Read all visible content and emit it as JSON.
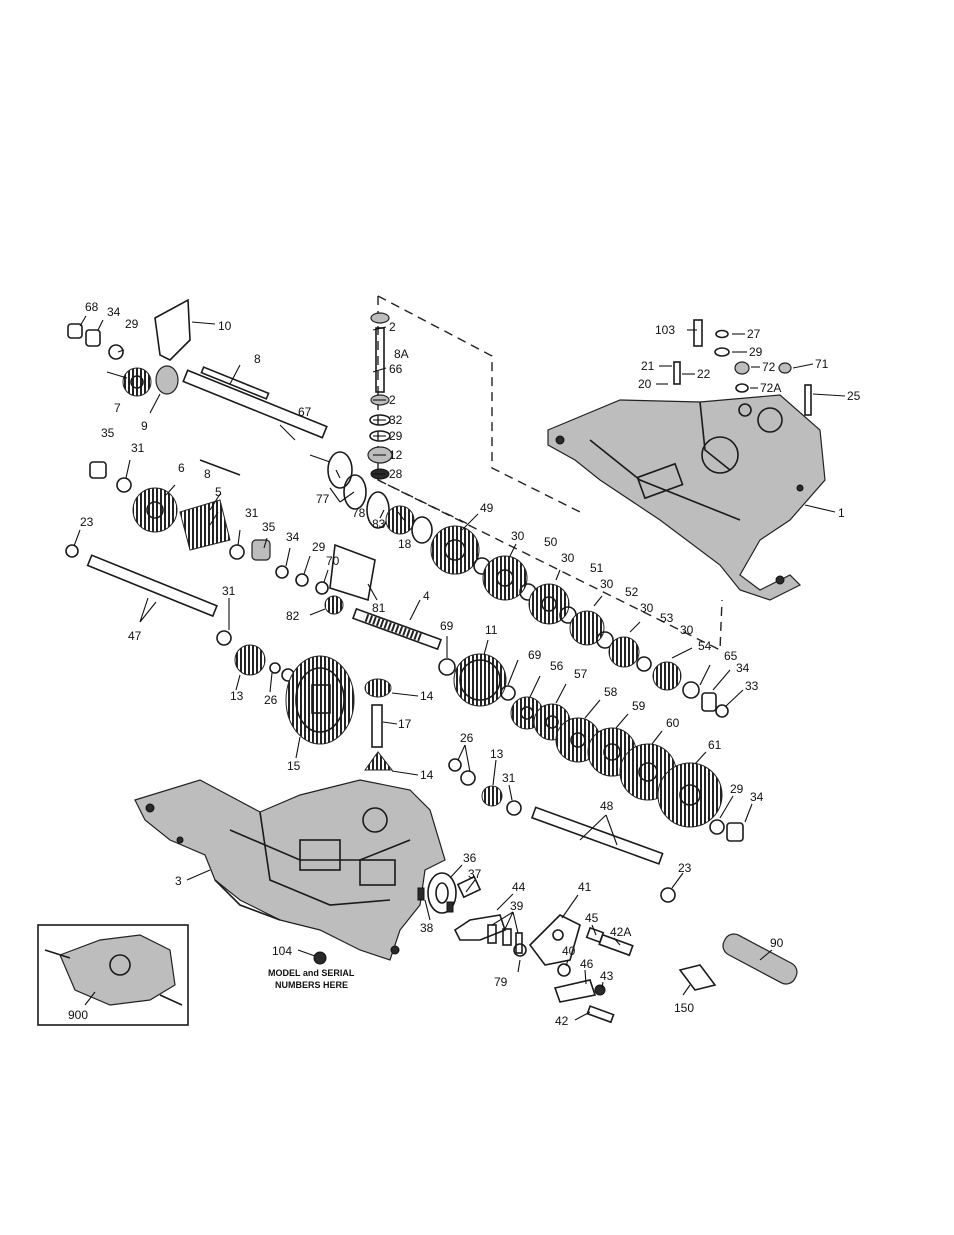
{
  "note": {
    "line1": "MODEL and SERIAL",
    "line2": "NUMBERS HERE"
  },
  "callouts": [
    {
      "id": "c68",
      "label": "68"
    },
    {
      "id": "c34a",
      "label": "34"
    },
    {
      "id": "c29a",
      "label": "29"
    },
    {
      "id": "c10",
      "label": "10"
    },
    {
      "id": "c8a",
      "label": "8"
    },
    {
      "id": "c7",
      "label": "7"
    },
    {
      "id": "c9",
      "label": "9"
    },
    {
      "id": "c67",
      "label": "67"
    },
    {
      "id": "c35a",
      "label": "35"
    },
    {
      "id": "c31a",
      "label": "31"
    },
    {
      "id": "c8b",
      "label": "8"
    },
    {
      "id": "c6",
      "label": "6"
    },
    {
      "id": "c5",
      "label": "5"
    },
    {
      "id": "c23a",
      "label": "23"
    },
    {
      "id": "c31b",
      "label": "31"
    },
    {
      "id": "c35b",
      "label": "35"
    },
    {
      "id": "c34b",
      "label": "34"
    },
    {
      "id": "c29b",
      "label": "29"
    },
    {
      "id": "c70",
      "label": "70"
    },
    {
      "id": "c47",
      "label": "47"
    },
    {
      "id": "c31c",
      "label": "31"
    },
    {
      "id": "c82",
      "label": "82"
    },
    {
      "id": "c81",
      "label": "81"
    },
    {
      "id": "c77",
      "label": "77"
    },
    {
      "id": "c78",
      "label": "78"
    },
    {
      "id": "c83",
      "label": "83"
    },
    {
      "id": "c18",
      "label": "18"
    },
    {
      "id": "c2a",
      "label": "2"
    },
    {
      "id": "c8A",
      "label": "8A"
    },
    {
      "id": "c66",
      "label": "66"
    },
    {
      "id": "c2b",
      "label": "2"
    },
    {
      "id": "c32",
      "label": "32"
    },
    {
      "id": "c29c",
      "label": "29"
    },
    {
      "id": "c12",
      "label": "12"
    },
    {
      "id": "c28",
      "label": "28"
    },
    {
      "id": "c103",
      "label": "103"
    },
    {
      "id": "c27",
      "label": "27"
    },
    {
      "id": "c29d",
      "label": "29"
    },
    {
      "id": "c21",
      "label": "21"
    },
    {
      "id": "c22",
      "label": "22"
    },
    {
      "id": "c72",
      "label": "72"
    },
    {
      "id": "c71",
      "label": "71"
    },
    {
      "id": "c20",
      "label": "20"
    },
    {
      "id": "c72A",
      "label": "72A"
    },
    {
      "id": "c25",
      "label": "25"
    },
    {
      "id": "c1",
      "label": "1"
    },
    {
      "id": "c49",
      "label": "49"
    },
    {
      "id": "c30a",
      "label": "30"
    },
    {
      "id": "c50",
      "label": "50"
    },
    {
      "id": "c30b",
      "label": "30"
    },
    {
      "id": "c51",
      "label": "51"
    },
    {
      "id": "c30c",
      "label": "30"
    },
    {
      "id": "c52",
      "label": "52"
    },
    {
      "id": "c30d",
      "label": "30"
    },
    {
      "id": "c53",
      "label": "53"
    },
    {
      "id": "c30e",
      "label": "30"
    },
    {
      "id": "c54",
      "label": "54"
    },
    {
      "id": "c65",
      "label": "65"
    },
    {
      "id": "c34c",
      "label": "34"
    },
    {
      "id": "c33",
      "label": "33"
    },
    {
      "id": "c4",
      "label": "4"
    },
    {
      "id": "c69a",
      "label": "69"
    },
    {
      "id": "c11",
      "label": "11"
    },
    {
      "id": "c69b",
      "label": "69"
    },
    {
      "id": "c56",
      "label": "56"
    },
    {
      "id": "c57",
      "label": "57"
    },
    {
      "id": "c58",
      "label": "58"
    },
    {
      "id": "c59",
      "label": "59"
    },
    {
      "id": "c60",
      "label": "60"
    },
    {
      "id": "c61",
      "label": "61"
    },
    {
      "id": "c13a",
      "label": "13"
    },
    {
      "id": "c26a",
      "label": "26"
    },
    {
      "id": "c15",
      "label": "15"
    },
    {
      "id": "c14a",
      "label": "14"
    },
    {
      "id": "c17",
      "label": "17"
    },
    {
      "id": "c14b",
      "label": "14"
    },
    {
      "id": "c26b",
      "label": "26"
    },
    {
      "id": "c13b",
      "label": "13"
    },
    {
      "id": "c31d",
      "label": "31"
    },
    {
      "id": "c48",
      "label": "48"
    },
    {
      "id": "c29e",
      "label": "29"
    },
    {
      "id": "c34d",
      "label": "34"
    },
    {
      "id": "c23b",
      "label": "23"
    },
    {
      "id": "c3",
      "label": "3"
    },
    {
      "id": "c36",
      "label": "36"
    },
    {
      "id": "c37",
      "label": "37"
    },
    {
      "id": "c44",
      "label": "44"
    },
    {
      "id": "c39",
      "label": "39"
    },
    {
      "id": "c38",
      "label": "38"
    },
    {
      "id": "c41",
      "label": "41"
    },
    {
      "id": "c45",
      "label": "45"
    },
    {
      "id": "c42A",
      "label": "42A"
    },
    {
      "id": "c40",
      "label": "40"
    },
    {
      "id": "c46",
      "label": "46"
    },
    {
      "id": "c43",
      "label": "43"
    },
    {
      "id": "c79",
      "label": "79"
    },
    {
      "id": "c42",
      "label": "42"
    },
    {
      "id": "c104",
      "label": "104"
    },
    {
      "id": "c900",
      "label": "900"
    },
    {
      "id": "c150",
      "label": "150"
    },
    {
      "id": "c90",
      "label": "90"
    }
  ]
}
